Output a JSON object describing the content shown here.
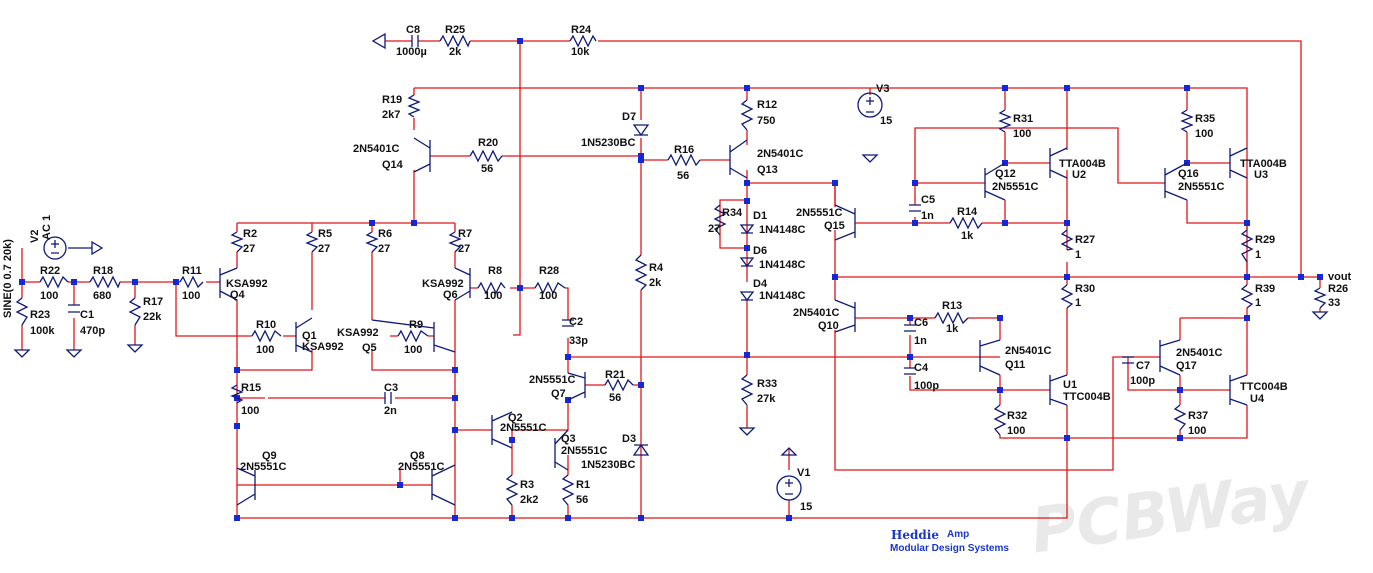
{
  "source": {
    "line1": "SINE(0 0.7 20k)",
    "line2": "AC 1",
    "name": "V2"
  },
  "components": {
    "C8": {
      "name": "C8",
      "value": "1000µ"
    },
    "R25": {
      "name": "R25",
      "value": "2k"
    },
    "R24": {
      "name": "R24",
      "value": "10k"
    },
    "R19": {
      "name": "R19",
      "value": "2k7"
    },
    "Q14": {
      "name": "Q14",
      "model": "2N5401C"
    },
    "R20": {
      "name": "R20",
      "value": "56"
    },
    "D7": {
      "name": "D7",
      "model": "1N5230BC"
    },
    "R16": {
      "name": "R16",
      "value": "56"
    },
    "R12": {
      "name": "R12",
      "value": "750"
    },
    "Q13": {
      "name": "Q13",
      "model": "2N5401C"
    },
    "V3": {
      "name": "V3",
      "value": "15"
    },
    "R31": {
      "name": "R31",
      "value": "100"
    },
    "R35": {
      "name": "R35",
      "value": "100"
    },
    "Q12": {
      "name": "Q12",
      "model": "2N5551C"
    },
    "U2": {
      "name": "U2",
      "model": "TTA004B"
    },
    "Q16": {
      "name": "Q16",
      "model": "2N5551C"
    },
    "U3": {
      "name": "U3",
      "model": "TTA004B"
    },
    "C5": {
      "name": "C5",
      "value": "1n"
    },
    "Q15": {
      "name": "Q15",
      "model": "2N5551C"
    },
    "R14": {
      "name": "R14",
      "value": "1k"
    },
    "R34": {
      "name": "R34",
      "value": "27"
    },
    "D1": {
      "name": "D1",
      "model": "1N4148C"
    },
    "D6": {
      "name": "D6",
      "model": "1N4148C"
    },
    "D4": {
      "name": "D4",
      "model": "1N4148C"
    },
    "R27": {
      "name": "R27",
      "value": "1"
    },
    "R29": {
      "name": "R29",
      "value": "1"
    },
    "R26": {
      "name": "R26",
      "value": "33"
    },
    "R30": {
      "name": "R30",
      "value": "1"
    },
    "R39": {
      "name": "R39",
      "value": "1"
    },
    "R2": {
      "name": "R2",
      "value": "27"
    },
    "R5": {
      "name": "R5",
      "value": "27"
    },
    "R6": {
      "name": "R6",
      "value": "27"
    },
    "R7": {
      "name": "R7",
      "value": "27"
    },
    "R22": {
      "name": "R22",
      "value": "100"
    },
    "R18": {
      "name": "R18",
      "value": "680"
    },
    "R11": {
      "name": "R11",
      "value": "100"
    },
    "Q4": {
      "name": "Q4",
      "model": "KSA992"
    },
    "Q6": {
      "name": "Q6",
      "model": "KSA992"
    },
    "R8": {
      "name": "R8",
      "value": "100"
    },
    "R28": {
      "name": "R28",
      "value": "100"
    },
    "R4": {
      "name": "R4",
      "value": "2k"
    },
    "R17": {
      "name": "R17",
      "value": "22k"
    },
    "C1": {
      "name": "C1",
      "value": "470p"
    },
    "R23": {
      "name": "R23",
      "value": "100k"
    },
    "R10": {
      "name": "R10",
      "value": "100"
    },
    "Q1": {
      "name": "Q1",
      "model": "KSA992"
    },
    "Q5": {
      "name": "Q5",
      "model": "KSA992"
    },
    "R9": {
      "name": "R9",
      "value": "100"
    },
    "C2": {
      "name": "C2",
      "value": "33p"
    },
    "Q10": {
      "name": "Q10",
      "model": "2N5401C"
    },
    "C6": {
      "name": "C6",
      "value": "1n"
    },
    "R13": {
      "name": "R13",
      "value": "1k"
    },
    "Q11": {
      "name": "Q11",
      "model": "2N5401C"
    },
    "C7": {
      "name": "C7",
      "value": "100p"
    },
    "Q17": {
      "name": "Q17",
      "model": "2N5401C"
    },
    "C4": {
      "name": "C4",
      "value": "100p"
    },
    "U1": {
      "name": "U1",
      "model": "TTC004B"
    },
    "U4": {
      "name": "U4",
      "model": "TTC004B"
    },
    "R21": {
      "name": "R21",
      "value": "56"
    },
    "Q7": {
      "name": "Q7",
      "model": "2N5551C"
    },
    "R33": {
      "name": "R33",
      "value": "27k"
    },
    "R15": {
      "name": "R15",
      "value": "100"
    },
    "C3": {
      "name": "C3",
      "value": "2n"
    },
    "Q2": {
      "name": "Q2",
      "model": "2N5551C"
    },
    "Q3": {
      "name": "Q3",
      "model": "2N5551C"
    },
    "R32": {
      "name": "R32",
      "value": "100"
    },
    "R37": {
      "name": "R37",
      "value": "100"
    },
    "Q9": {
      "name": "Q9",
      "model": "2N5551C"
    },
    "Q8": {
      "name": "Q8",
      "model": "2N5551C"
    },
    "R3": {
      "name": "R3",
      "value": "2k2"
    },
    "R1": {
      "name": "R1",
      "value": "56"
    },
    "D3": {
      "name": "D3",
      "model": "1N5230BC"
    },
    "V1": {
      "name": "V1",
      "value": "15"
    }
  },
  "net_labels": {
    "vout": "vout"
  },
  "brand": {
    "title": "Heddie",
    "suffix": "Amp",
    "subtitle": "Modular Design Systems"
  },
  "watermark": "PCBWay",
  "colors": {
    "wire": "#e0161a",
    "symbol": "#0e1a7a",
    "node": "#1428d8",
    "brand": "#1c36c8"
  }
}
